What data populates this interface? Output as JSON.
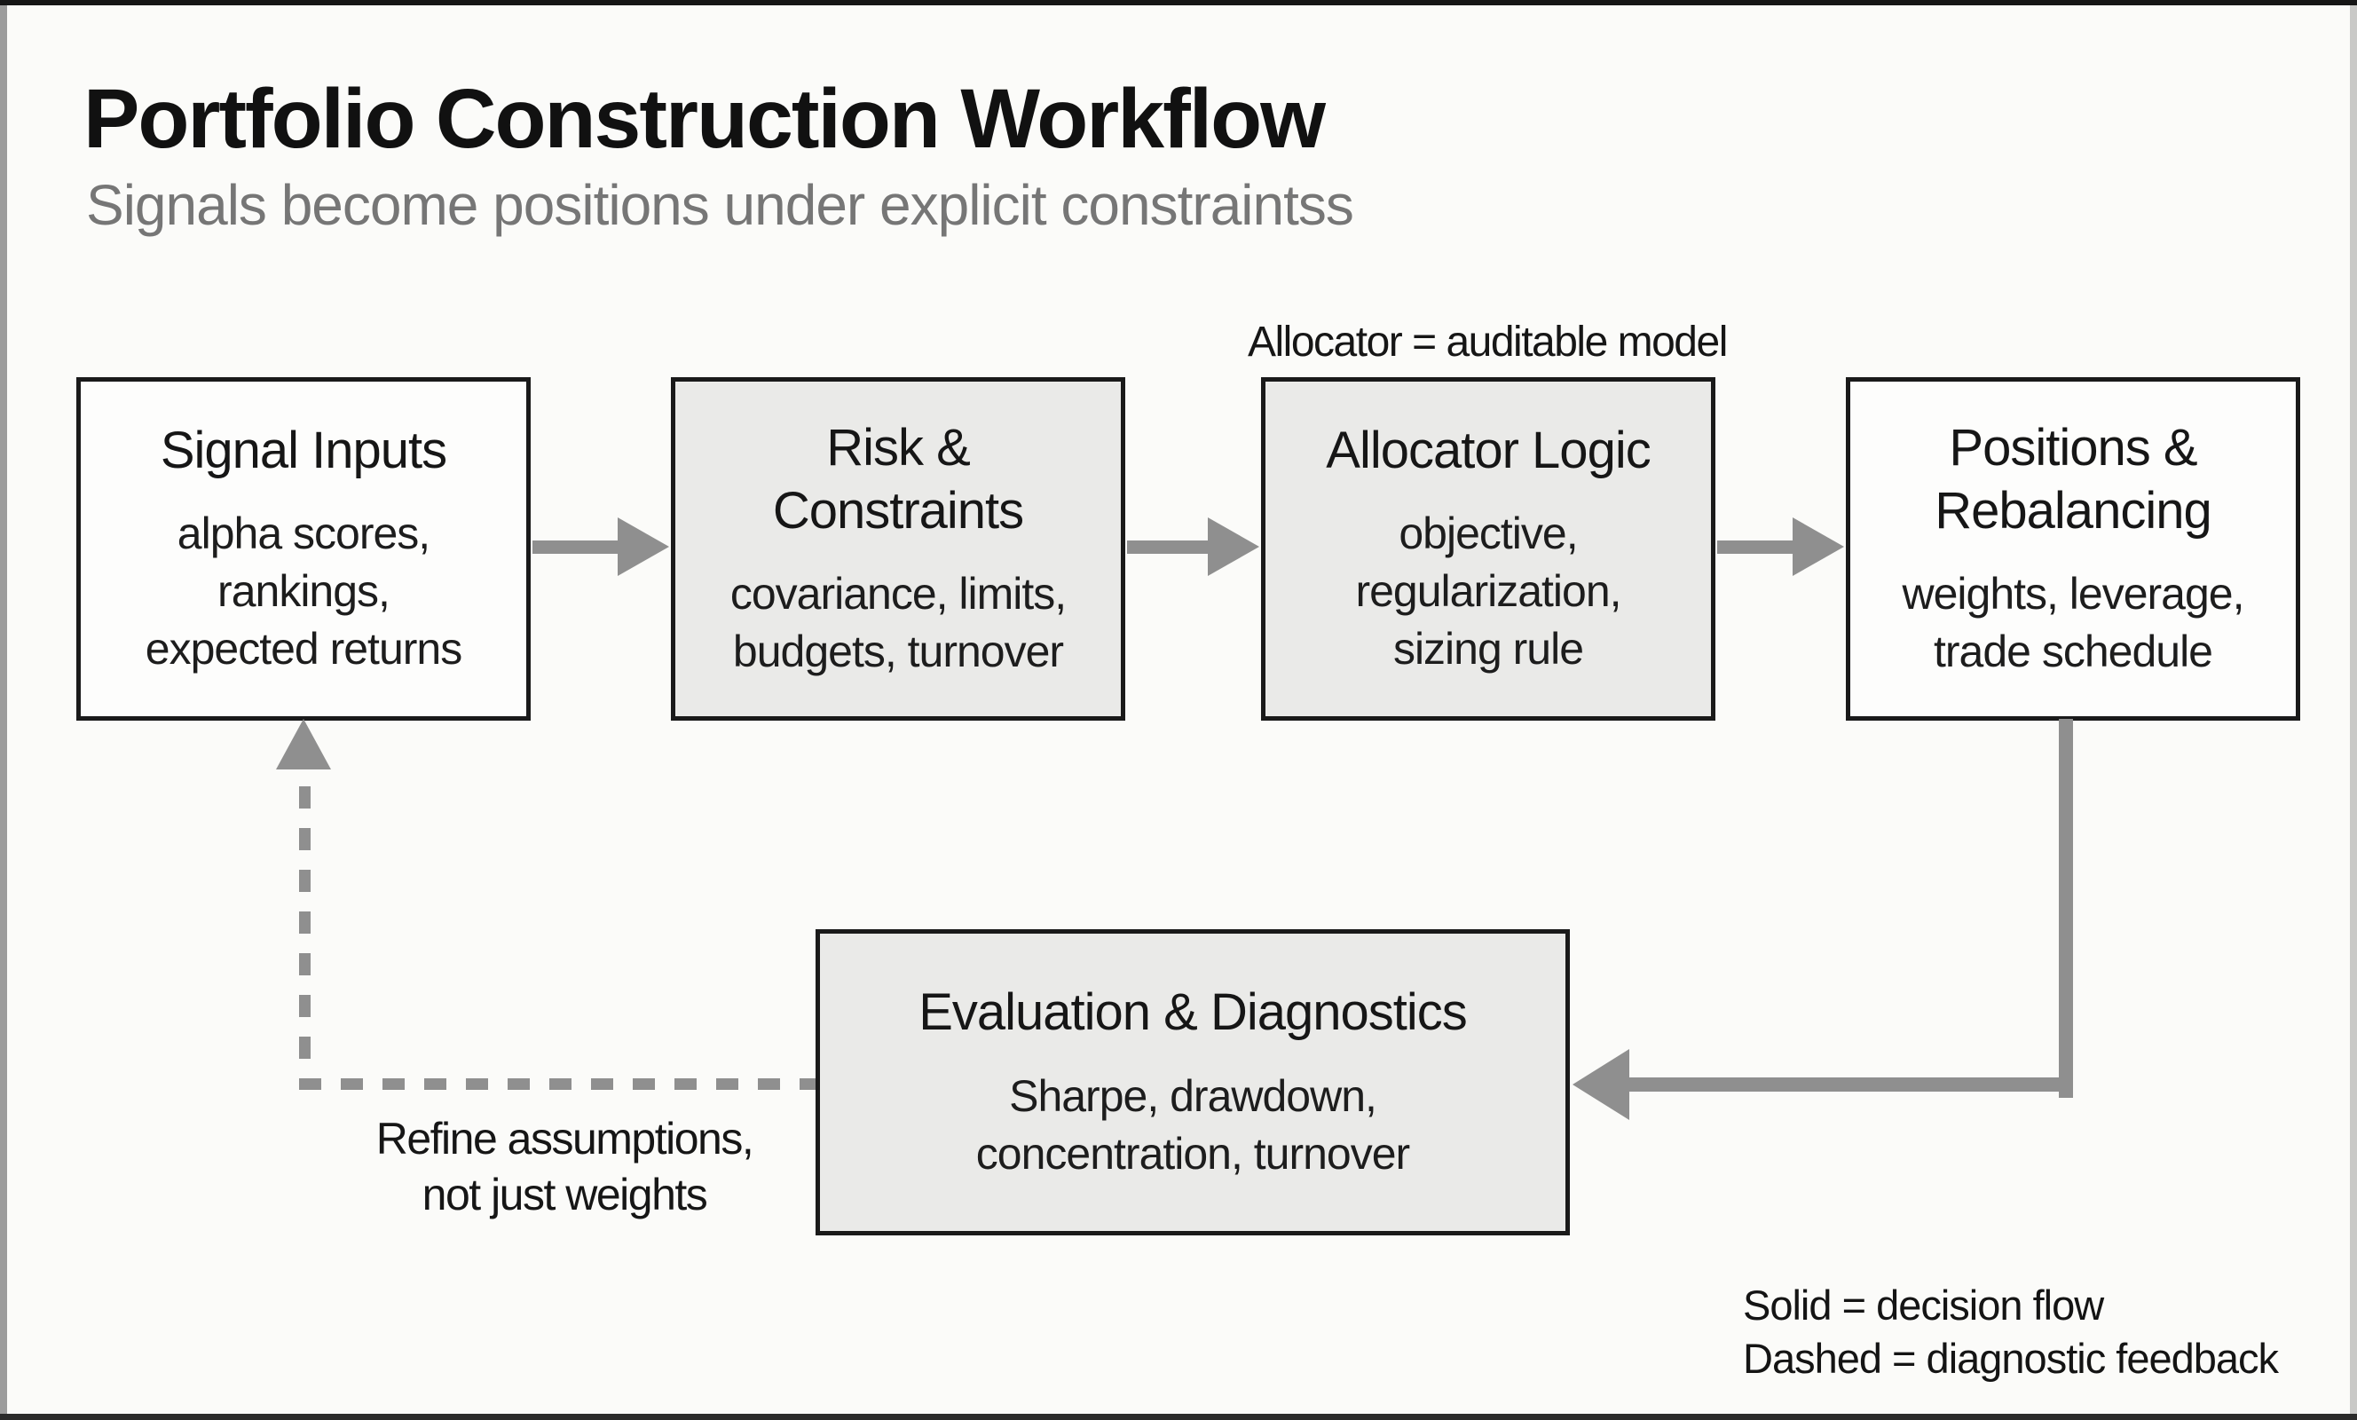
{
  "header": {
    "title": "Portfolio Construction Workflow",
    "subtitle": "Signals become positions under explicit constraintss"
  },
  "notes": {
    "allocator": "Allocator = auditable model",
    "feedback": "Refine assumptions,\nnot just weights"
  },
  "legend": {
    "solid": "Solid = decision flow",
    "dashed": "Dashed = diagnostic feedback"
  },
  "nodes": [
    {
      "id": "signal-inputs",
      "title": "Signal Inputs",
      "body": "alpha scores,\nrankings,\nexpected returns"
    },
    {
      "id": "risk-constraints",
      "title": "Risk &\nConstraints",
      "body": "covariance, limits,\nbudgets, turnover"
    },
    {
      "id": "allocator-logic",
      "title": "Allocator Logic",
      "body": "objective,\nregularization,\nsizing rule"
    },
    {
      "id": "positions-rebalancing",
      "title": "Positions &\nRebalancing",
      "body": "weights, leverage,\ntrade schedule"
    },
    {
      "id": "evaluation-diagnostics",
      "title": "Evaluation & Diagnostics",
      "body": "Sharpe, drawdown,\nconcentration, turnover"
    }
  ],
  "edges": [
    {
      "from": "signal-inputs",
      "to": "risk-constraints",
      "style": "solid"
    },
    {
      "from": "risk-constraints",
      "to": "allocator-logic",
      "style": "solid"
    },
    {
      "from": "allocator-logic",
      "to": "positions-rebalancing",
      "style": "solid"
    },
    {
      "from": "positions-rebalancing",
      "to": "evaluation-diagnostics",
      "style": "solid"
    },
    {
      "from": "evaluation-diagnostics",
      "to": "signal-inputs",
      "style": "dashed"
    }
  ],
  "colors": {
    "arrow": "#8f8f8f",
    "node_border": "#1a1a1a",
    "node_fill_gray": "#eaeae8",
    "node_fill_white": "#fdfdfc",
    "subtitle_text": "#767676",
    "background": "#fbfbf9"
  }
}
